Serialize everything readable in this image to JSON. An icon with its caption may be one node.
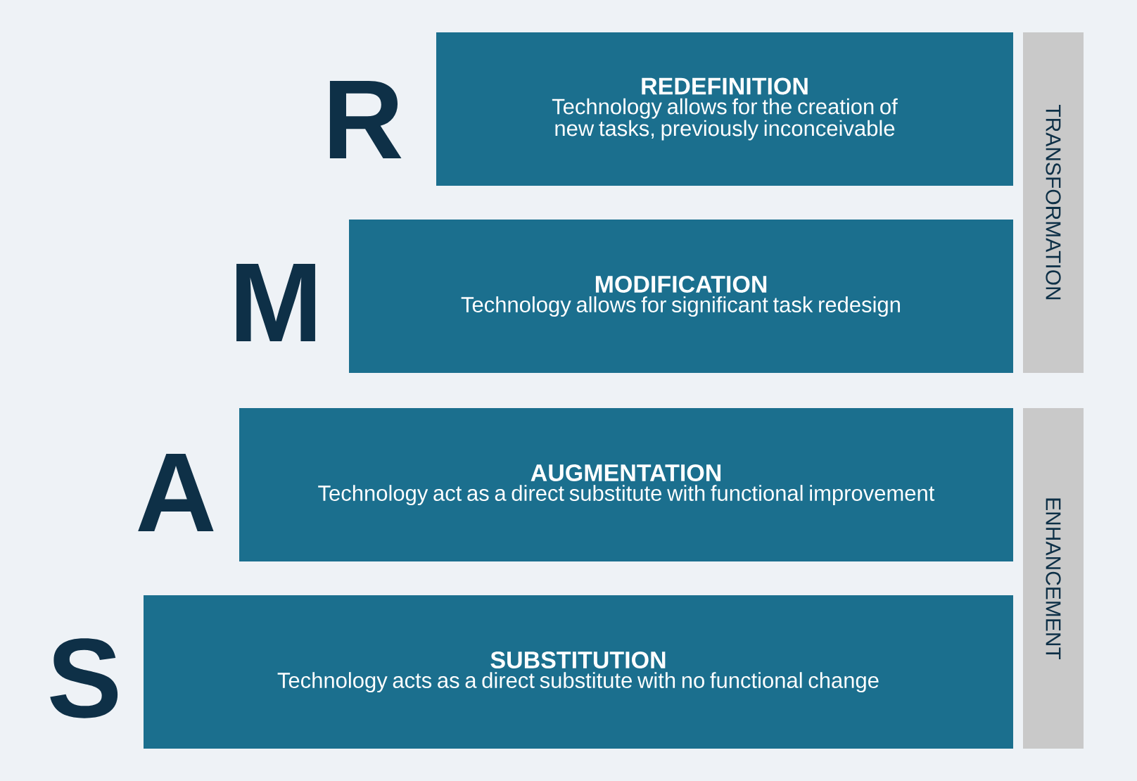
{
  "diagram": {
    "nodes": [
      {
        "text": [
          "REDEFINITION",
          "Technology allows for the creation of new tasks, previously inconceivable"
        ]
      },
      {
        "text": [
          "MODIFICATION",
          "Technology allows for significant task redesign"
        ]
      },
      {
        "text": [
          "AUGMENTATION",
          "Technology act as a direct substitute with functional improvement"
        ]
      },
      {
        "text": [
          "SUBSTITUTION",
          "Technology acts as a direct substitute with no functional change"
        ]
      },
      {
        "text": [
          "TRANSFORMATION"
        ]
      },
      {
        "text": [
          "ENHANCEMENT"
        ]
      }
    ],
    "labels": [
      "R",
      "M",
      "A",
      "S"
    ]
  }
}
